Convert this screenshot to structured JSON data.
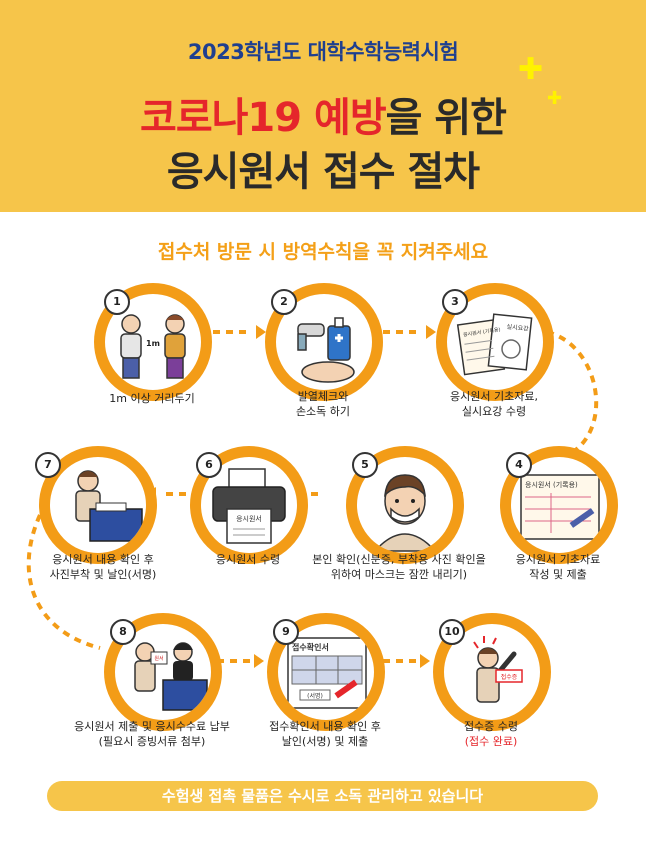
{
  "header": {
    "subtitle": "2023학년도 대학수학능력시험",
    "title_line1_red": "코로나19 예방",
    "title_line1_rest": "을 위한",
    "title_line2": "응시원서 접수 절차"
  },
  "section_title": "접수처 방문 시 방역수칙을 꼭 지켜주세요",
  "steps": [
    {
      "num": "1",
      "caption": "1m 이상 거리두기",
      "illustration_text": "1m"
    },
    {
      "num": "2",
      "caption": "발열체크와\n손소독 하기"
    },
    {
      "num": "3",
      "caption": "응시원서 기초자료,\n실시요강 수령",
      "illustration_text": "응시원서 (기록용)",
      "illustration_text2": "실시요강"
    },
    {
      "num": "4",
      "caption": "응시원서 기초자료\n작성 및 제출",
      "illustration_text": "응시원서 (기록용)"
    },
    {
      "num": "5",
      "caption": "본인 확인(신분증, 부착용 사진 확인을\n위하여 마스크는 잠깐 내리기)"
    },
    {
      "num": "6",
      "caption": "응시원서 수령",
      "illustration_text": "응시원서"
    },
    {
      "num": "7",
      "caption": "응시원서 내용 확인 후\n사진부착 및 날인(서명)"
    },
    {
      "num": "8",
      "caption": "응시원서 제출 및 응시수수료 납부\n(필요시 증빙서류 첨부)",
      "illustration_text": "원서"
    },
    {
      "num": "9",
      "caption": "접수확인서 내용 확인 후\n날인(서명) 및 제출",
      "illustration_text": "접수확인서",
      "illustration_text2": "(서명)"
    },
    {
      "num": "10",
      "caption": "접수증 수령",
      "caption_done": "(접수 완료)",
      "illustration_text": "접수증"
    }
  ],
  "footer_banner": "수험생 접촉 물품은 수시로 소독 관리하고 있습니다",
  "colors": {
    "header_bg": "#f6c54a",
    "circle_ring": "#f39c17",
    "title_red": "#e5262b",
    "subtitle_blue": "#1f3f8f",
    "section_title": "#f4a018"
  }
}
